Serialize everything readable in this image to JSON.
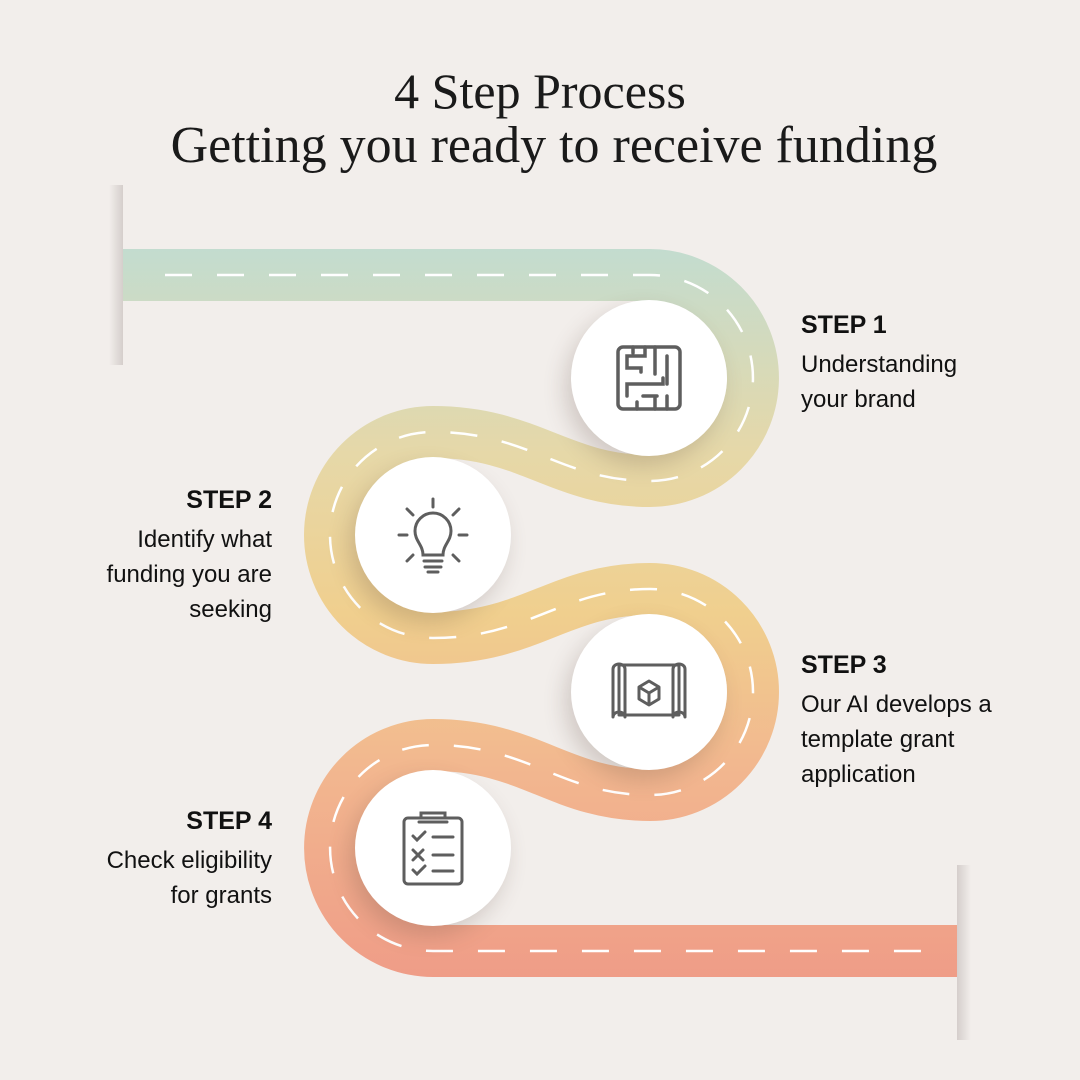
{
  "title": {
    "line1": "4 Step Process",
    "line2": "Getting you ready to receive funding"
  },
  "colors": {
    "background": "#f2eeeb",
    "road_start": "#c3dccf",
    "road_mid1": "#e6d8a8",
    "road_mid2": "#f0cf8e",
    "road_mid3": "#f2b68f",
    "road_end": "#ef9c87",
    "icon": "#5e5e5e"
  },
  "steps": [
    {
      "label": "STEP 1",
      "lines": [
        "Understanding",
        "your brand"
      ],
      "icon": "maze-icon"
    },
    {
      "label": "STEP 2",
      "lines": [
        "Identify what",
        "funding you are",
        "seeking"
      ],
      "icon": "lightbulb-icon"
    },
    {
      "label": "STEP 3",
      "lines": [
        "Our AI develops a",
        "template grant",
        "application"
      ],
      "icon": "blueprint-icon"
    },
    {
      "label": "STEP 4",
      "lines": [
        "Check eligibility",
        "for grants"
      ],
      "icon": "clipboard-checklist-icon"
    }
  ]
}
